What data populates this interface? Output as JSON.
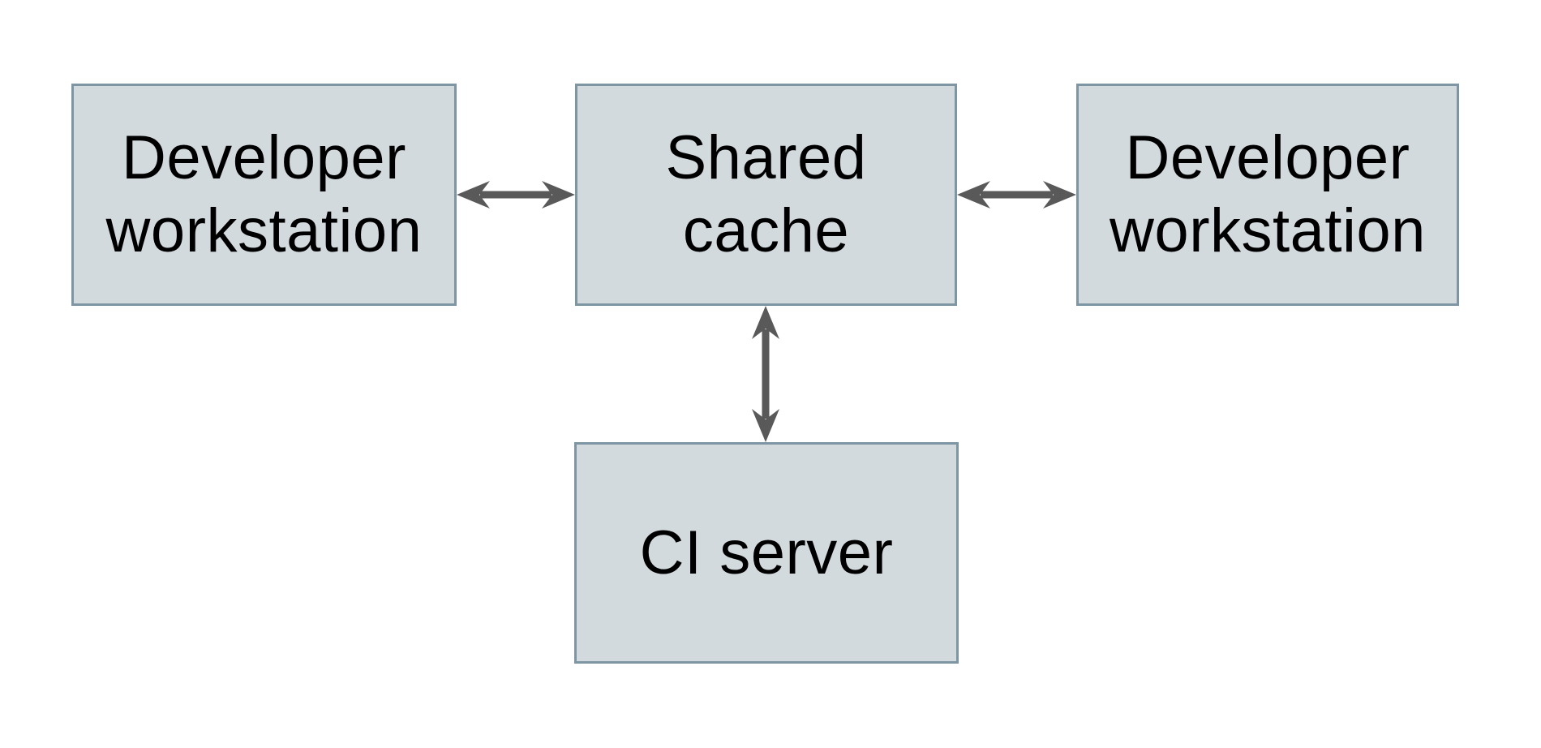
{
  "diagram": {
    "type": "architecture-diagram",
    "colors": {
      "background": "#ffffff",
      "node_fill": "#d3dade",
      "node_border": "#7e95a3",
      "arrow_color": "#595959",
      "text_color": "#000000"
    },
    "nodes": [
      {
        "id": "developer-workstation-left",
        "label": "Developer\nworkstation"
      },
      {
        "id": "shared-cache",
        "label": "Shared\ncache"
      },
      {
        "id": "developer-workstation-right",
        "label": "Developer\nworkstation"
      },
      {
        "id": "ci-server",
        "label": "CI server"
      }
    ],
    "edges": [
      {
        "from": "developer-workstation-left",
        "to": "shared-cache",
        "direction": "bidirectional"
      },
      {
        "from": "shared-cache",
        "to": "developer-workstation-right",
        "direction": "bidirectional"
      },
      {
        "from": "shared-cache",
        "to": "ci-server",
        "direction": "bidirectional"
      }
    ]
  }
}
